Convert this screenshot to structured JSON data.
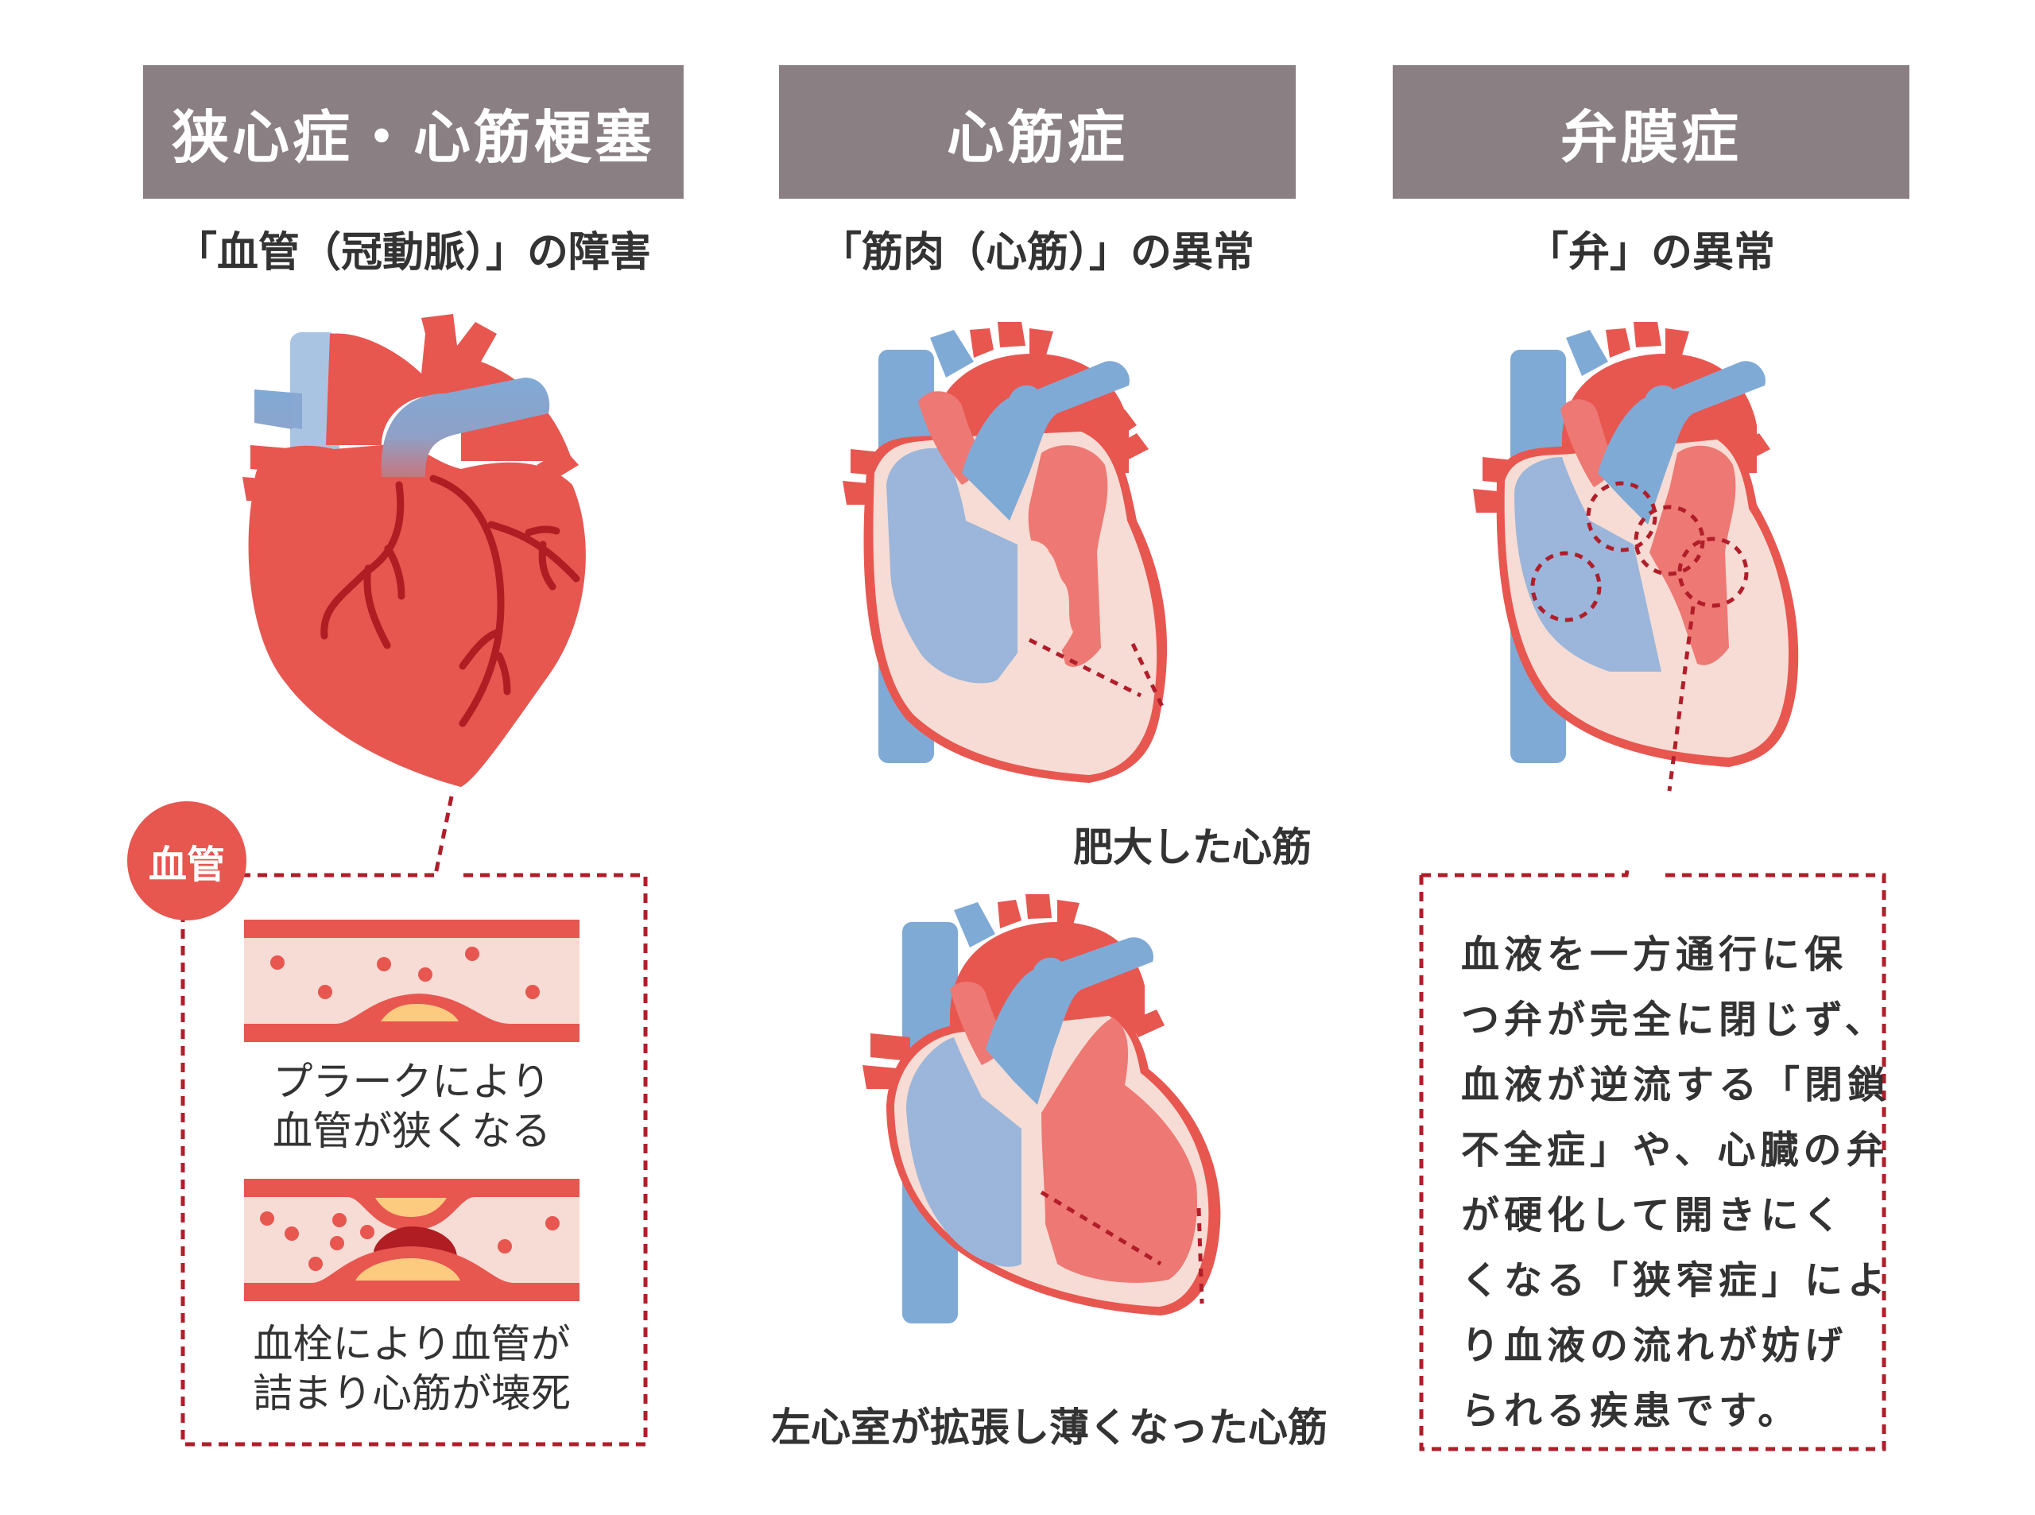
{
  "columns": [
    {
      "id": "angina",
      "title": "狭心症・心筋梗塞",
      "subtitle": "「血管（冠動脈）」の障害",
      "badge": "血管",
      "diagrams": [
        {
          "name": "plaque-narrowing",
          "caption_lines": [
            "プラークにより",
            "血管が狭くなる"
          ]
        },
        {
          "name": "thrombus-blockage",
          "caption_lines": [
            "血栓により血管が",
            "詰まり心筋が壊死"
          ]
        }
      ]
    },
    {
      "id": "cardiomyopathy",
      "title": "心筋症",
      "subtitle": "「筋肉（心筋）」の異常",
      "labels": {
        "hypertrophic": "肥大した心筋",
        "dilated": "左心室が拡張し薄くなった心筋"
      }
    },
    {
      "id": "valvular",
      "title": "弁膜症",
      "subtitle": "「弁」の異常",
      "description_lines": [
        "血液を一方通行に保",
        "つ弁が完全に閉じず、",
        "血液が逆流する「閉鎖",
        "不全症」や、心臓の弁",
        "が硬化して開きにく",
        "くなる「狭窄症」によ",
        "り血液の流れが妨げ",
        "られる疾患です。"
      ]
    }
  ],
  "colors": {
    "header_bg": "#8a8084",
    "artery_red": "#e85650",
    "light_red": "#ee7873",
    "vein_blue": "#80aad6",
    "light_blue": "#9bb6da",
    "pale_blue": "#a9c4e3",
    "muscle_pink": "#f6dcd4",
    "coronary_dark": "#b01e24",
    "plaque_yellow": "#fdcb80",
    "dash_red": "#b01e2a",
    "text": "#333333"
  }
}
